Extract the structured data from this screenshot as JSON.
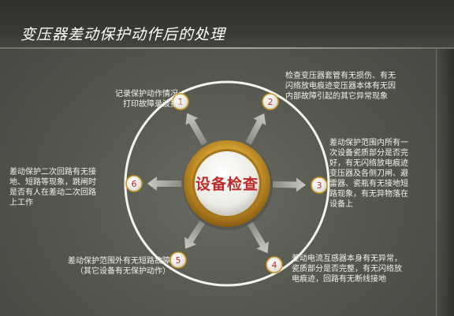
{
  "title": "变压器差动保护动作后的处理",
  "center": {
    "label": "设备检查"
  },
  "nodes": [
    {
      "number": "1",
      "text_lines": [
        "记录保护动作情况、",
        "打印故障录波报告"
      ]
    },
    {
      "number": "2",
      "text_lines": [
        "检查变压器套管有无损伤、有无",
        "闪络放电痕迹变压器本体有无因",
        "内部故障引起的其它异常现象"
      ]
    },
    {
      "number": "3",
      "text_lines": [
        "差动保护范围内所有一",
        "次设备瓷质部分是否完",
        "好，有无闪络放电痕迹",
        "变压器及各侧刀闸、避",
        "雷器、瓷瓶有无接地短",
        "路现象，有无异物落在",
        "设备上"
      ]
    },
    {
      "number": "4",
      "text_lines": [
        "差动电流互感器本身有无异常，",
        "瓷质部分是否完整，有无闪络放",
        "电痕迹，回路有无断线接地"
      ]
    },
    {
      "number": "5",
      "text_lines": [
        "差动保护范围外有无短路故障",
        "（其它设备有无保护动作）"
      ]
    },
    {
      "number": "6",
      "text_lines": [
        "差动保护二次回路有无接",
        "地、短路等现象，跳闸时",
        "是否有人在差动二次回路",
        "上工作"
      ]
    }
  ],
  "colors": {
    "number_text": "#c0282a",
    "center_text": "#c0282a",
    "ring": "#f4f4ef",
    "ring_gold": "#c9951f"
  }
}
